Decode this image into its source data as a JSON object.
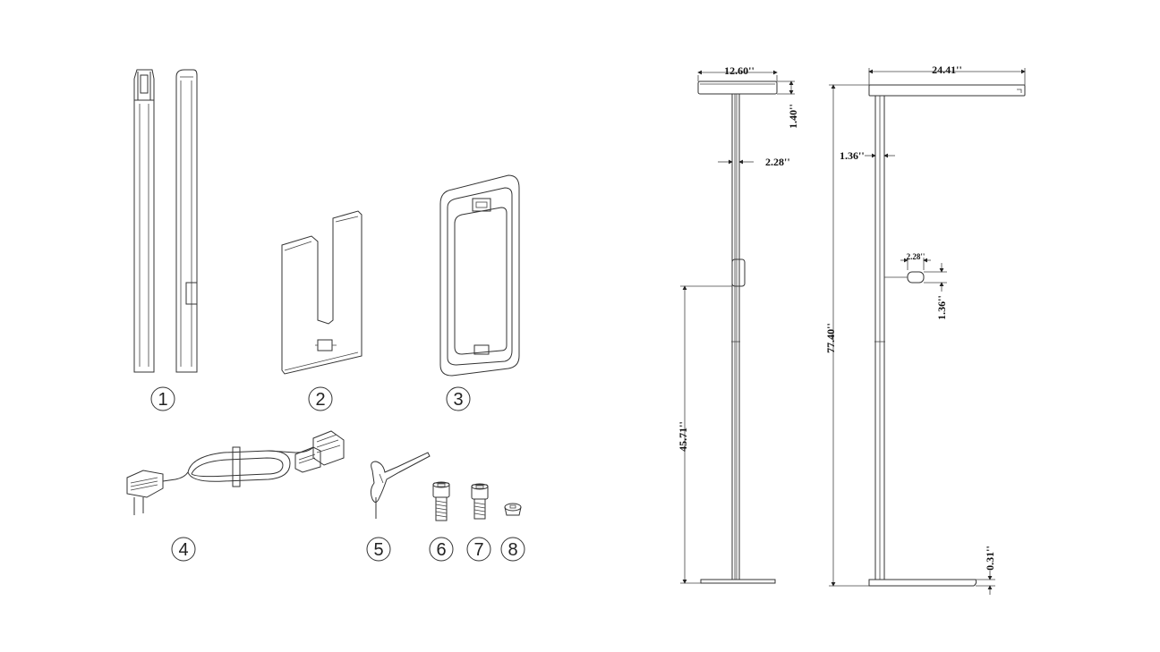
{
  "parts": {
    "labels": [
      "1",
      "2",
      "3",
      "4",
      "5",
      "6",
      "7",
      "8"
    ],
    "icons": [
      "pole-sections-icon",
      "base-plate-icon",
      "lamp-head-icon",
      "power-cord-icon",
      "allen-key-icon",
      "long-screw-icon",
      "short-screw-icon",
      "flat-screw-icon"
    ]
  },
  "dimensions": {
    "front_head_width": "12.60''",
    "head_height": "1.40''",
    "pole_width_front": "2.28''",
    "side_head_width": "24.41''",
    "pole_width_side": "1.36''",
    "switch_width": "2.28''",
    "switch_height": "1.36''",
    "total_height": "77.40''",
    "switch_height_from_floor": "45.71''",
    "base_thickness": "0.31''"
  }
}
